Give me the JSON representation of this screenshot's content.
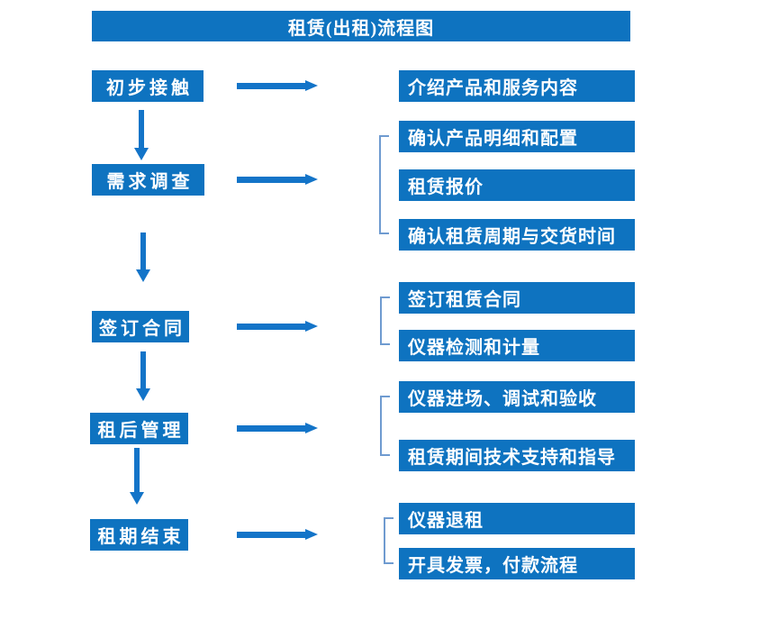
{
  "title": "租赁(出租)流程图",
  "colors": {
    "box_blue": "#0e73c0",
    "arrow_blue": "#1374c8",
    "bracket_blue": "#6f9bd0",
    "text_white": "#ffffff"
  },
  "left_steps": [
    {
      "label": "初步接触"
    },
    {
      "label": "需求调查"
    },
    {
      "label": "签订合同"
    },
    {
      "label": "租后管理"
    },
    {
      "label": "租期结束"
    }
  ],
  "right_items": [
    {
      "label": "介绍产品和服务内容"
    },
    {
      "label": "确认产品明细和配置"
    },
    {
      "label": "租赁报价"
    },
    {
      "label": "确认租赁周期与交货时间"
    },
    {
      "label": "签订租赁合同"
    },
    {
      "label": "仪器检测和计量"
    },
    {
      "label": "仪器进场、调试和验收"
    },
    {
      "label": "租赁期间技术支持和指导"
    },
    {
      "label": "仪器退租"
    },
    {
      "label": "开具发票，付款流程"
    }
  ]
}
